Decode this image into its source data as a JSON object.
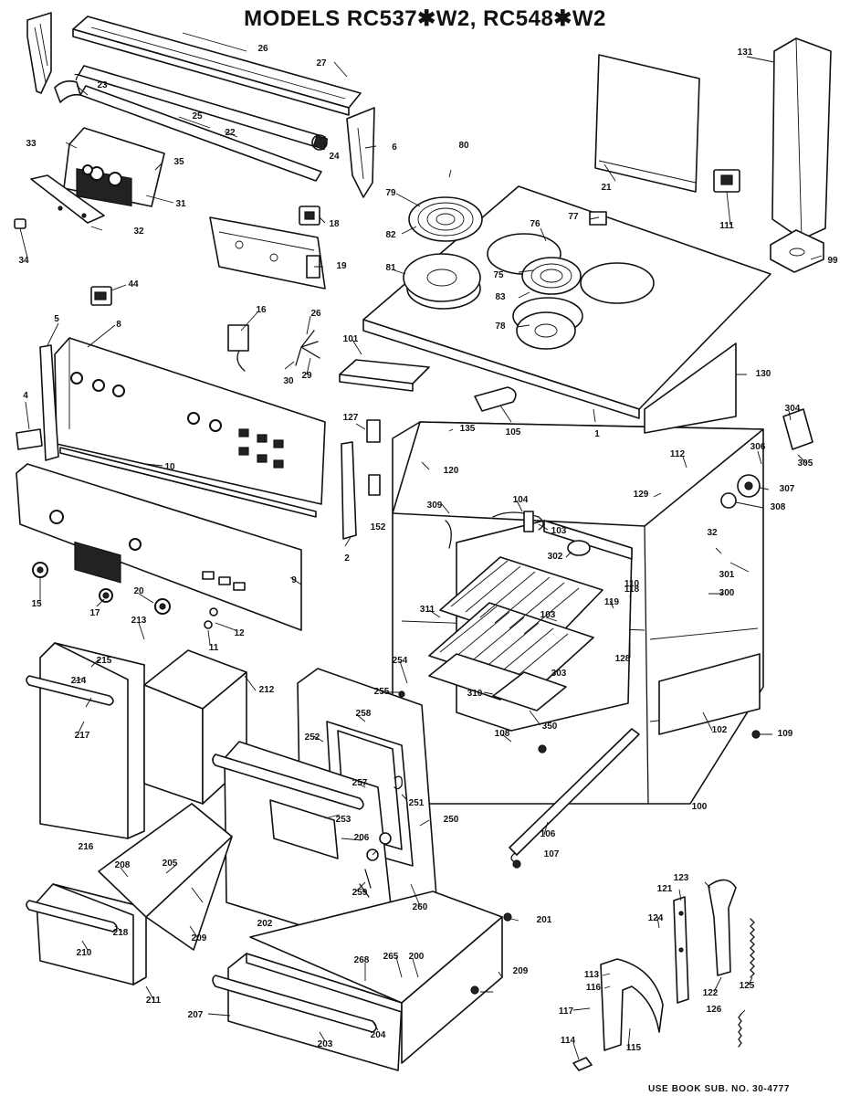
{
  "title": "MODELS RC537✱W2, RC548✱W2",
  "footer": "USE BOOK SUB. NO. 30-4777",
  "colors": {
    "ink": "#111111",
    "paper": "#ffffff"
  },
  "part_numbers": [
    "7",
    "23",
    "26",
    "27",
    "33",
    "35",
    "25",
    "22",
    "6",
    "24",
    "80",
    "21",
    "131",
    "79",
    "82",
    "81",
    "77",
    "76",
    "75",
    "83",
    "78",
    "111",
    "99",
    "31",
    "32",
    "34",
    "18",
    "19",
    "44",
    "16",
    "26",
    "29",
    "30",
    "5",
    "8",
    "4",
    "101",
    "130",
    "127",
    "135",
    "105",
    "1",
    "304",
    "112",
    "306",
    "305",
    "307",
    "120",
    "129",
    "308",
    "309",
    "104",
    "103",
    "302",
    "32",
    "301",
    "300",
    "110",
    "9",
    "10",
    "2",
    "152",
    "15",
    "17",
    "20",
    "12",
    "11",
    "213",
    "212",
    "215",
    "214",
    "217",
    "216",
    "254",
    "255",
    "311",
    "310",
    "350",
    "118",
    "119",
    "128",
    "303",
    "103",
    "102",
    "109",
    "258",
    "252",
    "257",
    "251",
    "250",
    "253",
    "108",
    "106",
    "107",
    "100",
    "205",
    "208",
    "206",
    "218",
    "210",
    "211",
    "209",
    "259",
    "260",
    "202",
    "201",
    "121",
    "123",
    "124",
    "122",
    "125",
    "204",
    "203",
    "207",
    "209",
    "268",
    "265",
    "200",
    "113",
    "116",
    "117",
    "114",
    "115",
    "126"
  ]
}
